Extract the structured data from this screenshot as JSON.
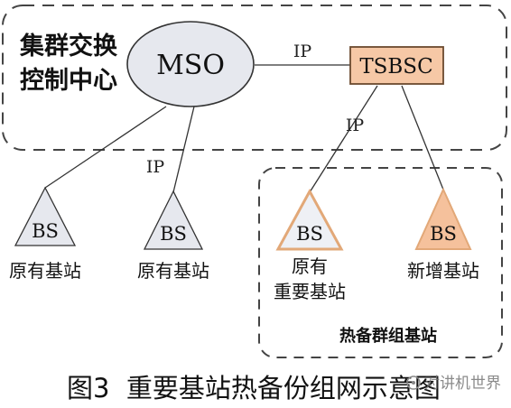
{
  "center_label_line1": "集群交换",
  "center_label_line2": "控制中心",
  "msc_label": "MSO",
  "tsbsc_label": "TSBSC",
  "ip_label_top": "IP",
  "ip_label_left": "IP",
  "ip_label_right": "IP",
  "bs_label": "BS",
  "bs1_caption": "原有基站",
  "bs2_caption": "原有基站",
  "bs3_caption_line1": "原有",
  "bs3_caption_line2": "重要基站",
  "bs4_caption": "新增基站",
  "hot_group_label": "热备群组基站",
  "figure_caption": "图3  重要基站热备份组网示意图",
  "watermark": "对讲机世界",
  "colors": {
    "ellipse_fill": "#e6e8ee",
    "tsbsc_fill": "#f6c8a6",
    "tsbsc_stroke": "#6b4a2f",
    "bs_grey_fill": "#e6e8ee",
    "bs_orange_stroke": "#e2a878",
    "bs_orange_fill": "#f5c19c",
    "line": "#333333",
    "dashed": "#444444"
  }
}
